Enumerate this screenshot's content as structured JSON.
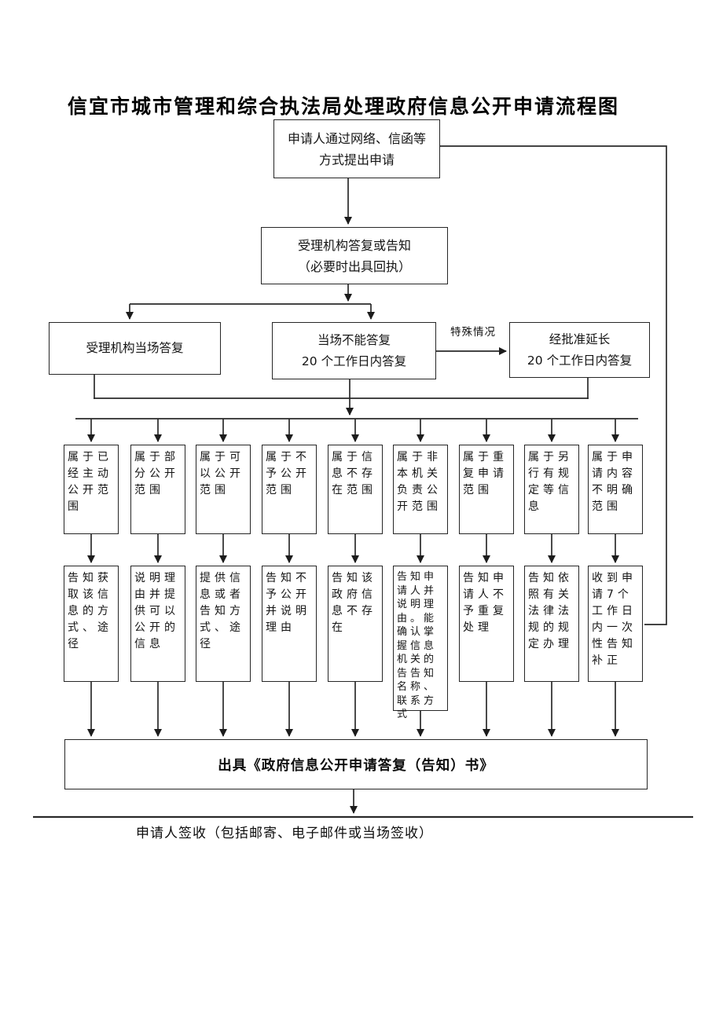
{
  "page": {
    "title": "信宜市城市管理和综合执法局处理政府信息公开申请流程图"
  },
  "flow": {
    "start": {
      "line1": "申请人通过网络、信函等",
      "line2": "方式提出申请"
    },
    "reply": {
      "line1": "受理机构答复或告知",
      "line2": "（必要时出具回执）"
    },
    "onsite": {
      "label": "受理机构当场答复"
    },
    "not_onsite": {
      "line1": "当场不能答复",
      "line2": "20 个工作日内答复"
    },
    "special_case_label": "特殊情况",
    "extended": {
      "line1": "经批准延长",
      "line2": "20 个工作日内答复"
    },
    "categories": [
      "属于已经主动公开范围",
      "属于部分公开范围",
      "属于可以公开范围",
      "属于不予公开范围",
      "属于信息不存在范围",
      "属于非本机关负责公开范围",
      "属于重复申请范围",
      "属于另行有规定等信息",
      "属于申请内容不明确范围"
    ],
    "actions": [
      "告知获取该信息的方式、途径",
      "说明理由并提供可以公开的信息",
      "提供信息或者告知方式、途径",
      "告知不予公开并说明理由",
      "告知该政府信息不存在",
      "告知申请人并说明理由。能确认掌握信息机关的告告知名称、联系方式",
      "告知申请人不予重复处理",
      "告知依照有关法律法规的规定办理",
      "收到申请7个工作日内一次性告知补正"
    ],
    "issue": "出具《政府信息公开申请答复（告知）书》",
    "sign": "申请人签收（包括邮寄、电子邮件或当场签收）"
  },
  "colors": {
    "line": "#262626",
    "text": "#141414",
    "background": "#ffffff"
  }
}
